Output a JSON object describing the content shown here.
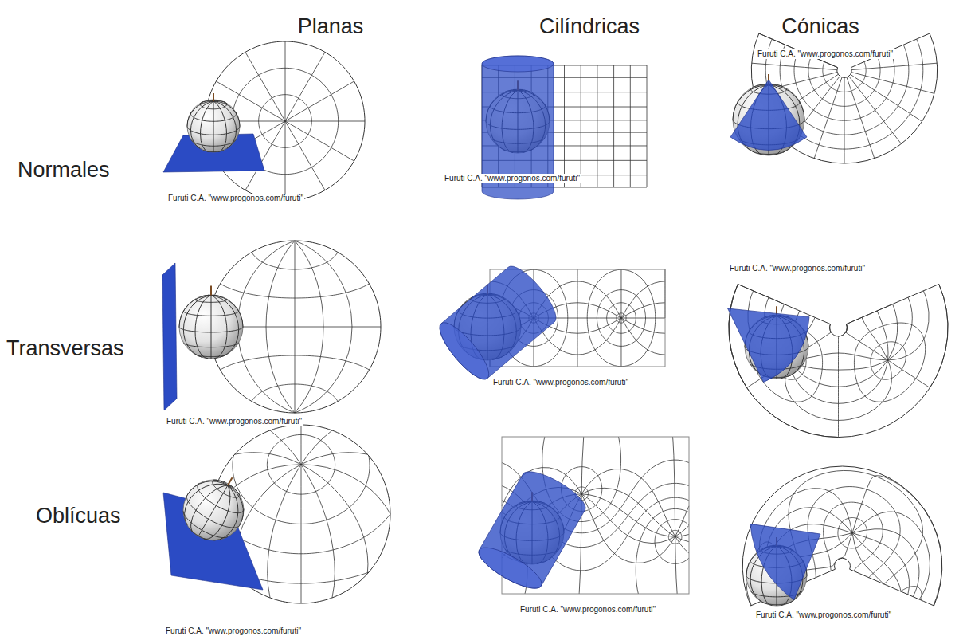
{
  "diagram": {
    "labels": [
      "Planas",
      "Cilíndricas",
      "Cónicas",
      "Normales",
      "Furuti C.A. \"www.progonos.com/furuti\"",
      "Furuti C.A. \"www.progonos.com/furuti\"",
      "Furuti C.A. \"www.progonos.com/furuti\"",
      "Transversas",
      "Furuti C.A. \"www.progonos.com/furuti\"",
      "Furuti C.A. \"www.progonos.com/furuti\"",
      "Furuti C.A. \"www.progonos.com/furuti\"",
      "Oblícuas",
      "Furuti C.A. \"www.progonos.com/furuti\"",
      "Furuti C.A. \"www.progonos.com/furuti\"",
      "Furuti C.A. \"www.progonos.com/furuti\""
    ]
  }
}
